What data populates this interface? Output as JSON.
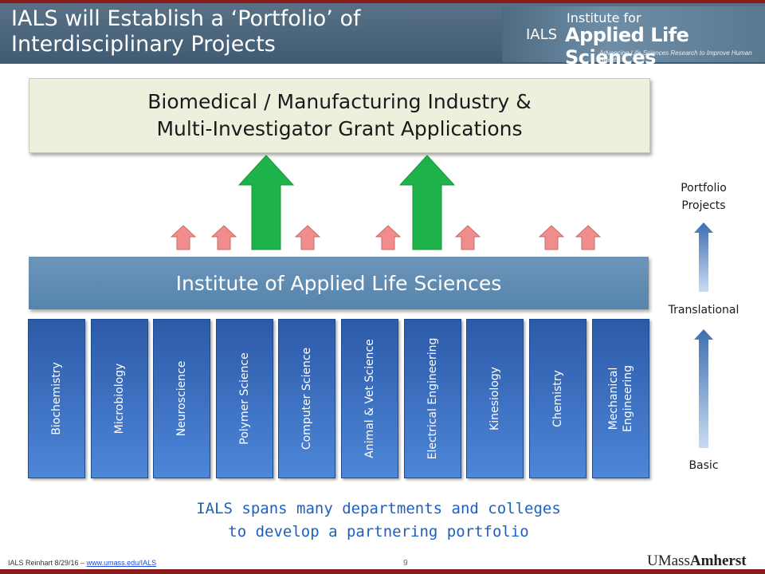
{
  "header": {
    "title_line1": "IALS will Establish a ‘Portfolio’ of",
    "title_line2": "Interdisciplinary Projects",
    "logo_abbrev": "IALS",
    "logo_line1": "Institute for",
    "logo_line2": "Applied Life Sciences",
    "logo_tagline": "Advancing Life Sciences Research to Improve Human Health"
  },
  "industry_box": {
    "line1": "Biomedical / Manufacturing Industry &",
    "line2": "Multi-Investigator Grant Applications"
  },
  "institute_bar": {
    "label": "Institute of Applied Life Sciences"
  },
  "departments": [
    {
      "label": "Biochemistry"
    },
    {
      "label": "Microbiology"
    },
    {
      "label": "Neuroscience"
    },
    {
      "label": "Polymer Science"
    },
    {
      "label": "Computer Science"
    },
    {
      "label": "Animal & Vet Science"
    },
    {
      "label": "Electrical Engineering"
    },
    {
      "label": "Kinesiology"
    },
    {
      "label": "Chemistry"
    },
    {
      "label": "Mechanical",
      "label2": "Engineering"
    }
  ],
  "scale": {
    "top_line1": "Portfolio",
    "top_line2": "Projects",
    "middle": "Translational",
    "bottom": "Basic"
  },
  "caption": {
    "line1": "IALS spans many departments and colleges",
    "line2": "to develop a partnering portfolio"
  },
  "footer": {
    "left_text": "IALS Reinhart 8/29/16 – ",
    "link_text": "www.umass.edu/IALS",
    "page_number": "9",
    "brand_regular": "UMass",
    "brand_bold": "Amherst"
  },
  "colors": {
    "big_arrow": "#1db34a",
    "small_arrow": "#f08c8c",
    "scale_arrow": "#4f81bd",
    "caption": "#1f5fbf"
  }
}
